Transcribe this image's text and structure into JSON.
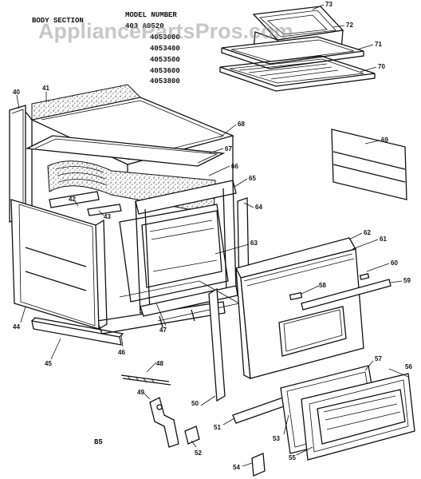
{
  "header": {
    "section_label": "BODY SECTION",
    "model_heading": "MODEL NUMBER",
    "models": [
      "403 A0520",
      "4053000",
      "4053400",
      "4053500",
      "4053600",
      "4053800"
    ]
  },
  "watermark": "AppliancePartsPros.com",
  "page_code": "B5",
  "callouts": [
    {
      "n": "40"
    },
    {
      "n": "41"
    },
    {
      "n": "42"
    },
    {
      "n": "43"
    },
    {
      "n": "44"
    },
    {
      "n": "45"
    },
    {
      "n": "46"
    },
    {
      "n": "47"
    },
    {
      "n": "48"
    },
    {
      "n": "49"
    },
    {
      "n": "50"
    },
    {
      "n": "51"
    },
    {
      "n": "52"
    },
    {
      "n": "53"
    },
    {
      "n": "54"
    },
    {
      "n": "55"
    },
    {
      "n": "56"
    },
    {
      "n": "57"
    },
    {
      "n": "58"
    },
    {
      "n": "59"
    },
    {
      "n": "60"
    },
    {
      "n": "61"
    },
    {
      "n": "62"
    },
    {
      "n": "63"
    },
    {
      "n": "64"
    },
    {
      "n": "65"
    },
    {
      "n": "66"
    },
    {
      "n": "67"
    },
    {
      "n": "68"
    },
    {
      "n": "69"
    },
    {
      "n": "70"
    },
    {
      "n": "71"
    },
    {
      "n": "72"
    },
    {
      "n": "73"
    }
  ]
}
